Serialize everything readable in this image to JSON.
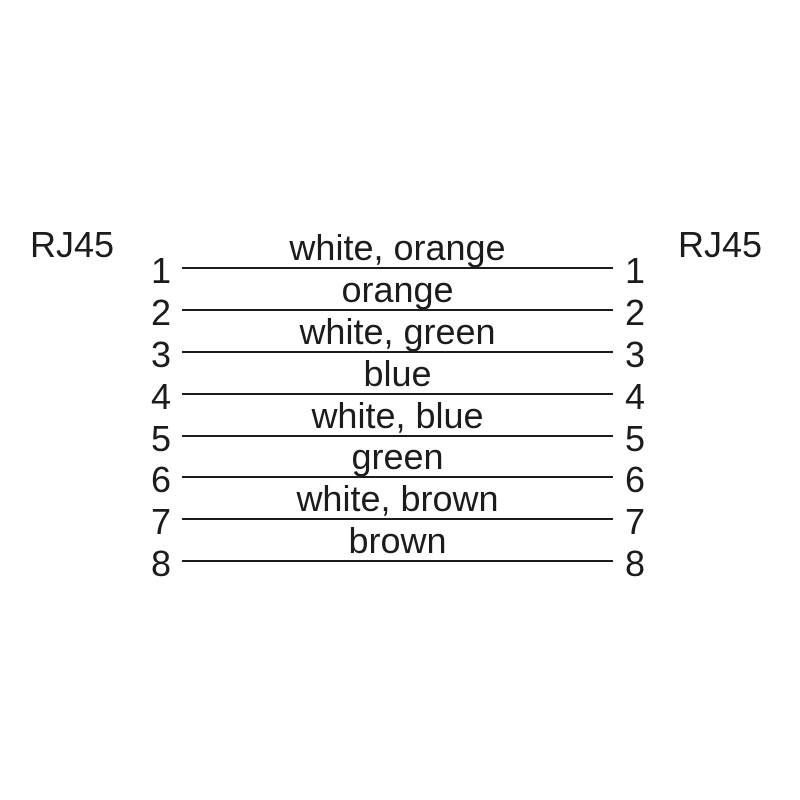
{
  "diagram": {
    "type": "cable-pinout",
    "connectors": {
      "left": "RJ45",
      "right": "RJ45"
    },
    "rows": [
      {
        "left_pin": "1",
        "wire_color": "white, orange",
        "right_pin": "1"
      },
      {
        "left_pin": "2",
        "wire_color": "orange",
        "right_pin": "2"
      },
      {
        "left_pin": "3",
        "wire_color": "white, green",
        "right_pin": "3"
      },
      {
        "left_pin": "4",
        "wire_color": "blue",
        "right_pin": "4"
      },
      {
        "left_pin": "5",
        "wire_color": "white, blue",
        "right_pin": "5"
      },
      {
        "left_pin": "6",
        "wire_color": "green",
        "right_pin": "6"
      },
      {
        "left_pin": "7",
        "wire_color": "white, brown",
        "right_pin": "7"
      },
      {
        "left_pin": "8",
        "wire_color": "brown",
        "right_pin": "8"
      }
    ],
    "colors": {
      "ink": "#1c1c1c",
      "background": "#ffffff"
    }
  }
}
